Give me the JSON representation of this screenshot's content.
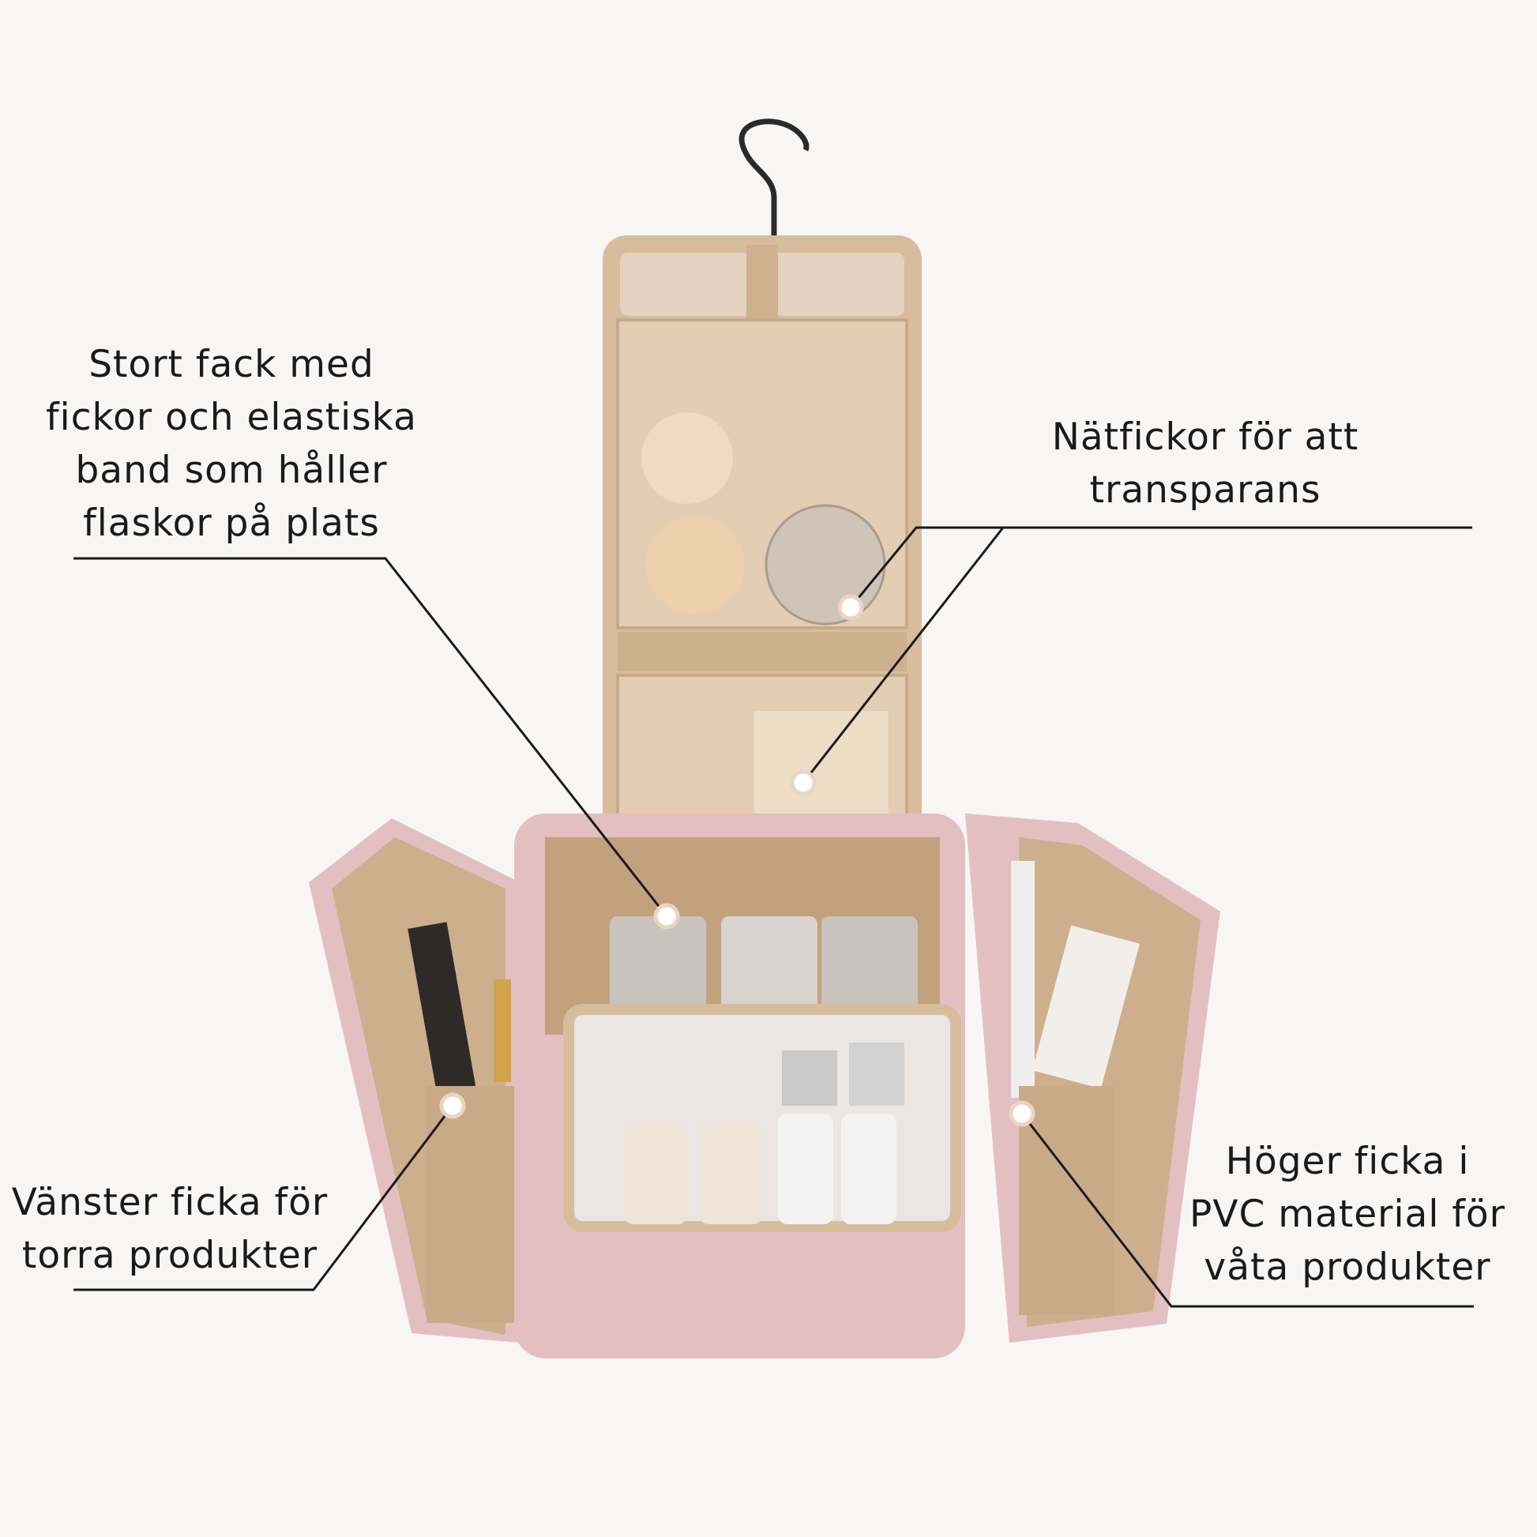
{
  "annotations": {
    "main_compartment": {
      "lines": [
        "Stort fack med",
        "fickor och elastiska",
        "band som håller",
        "flaskor på plats"
      ]
    },
    "mesh_pockets": {
      "lines": [
        "Nätfickor för att",
        "transparans"
      ]
    },
    "left_pocket": {
      "lines": [
        "Vänster ficka för",
        "torra produkter"
      ]
    },
    "right_pocket": {
      "lines": [
        "Höger ficka i",
        "PVC material för",
        "våta produkter"
      ]
    }
  },
  "colors": {
    "bag_pink": "#e4bfc2",
    "lining_tan": "#d8bd9d",
    "line": "#1a1a1a"
  }
}
